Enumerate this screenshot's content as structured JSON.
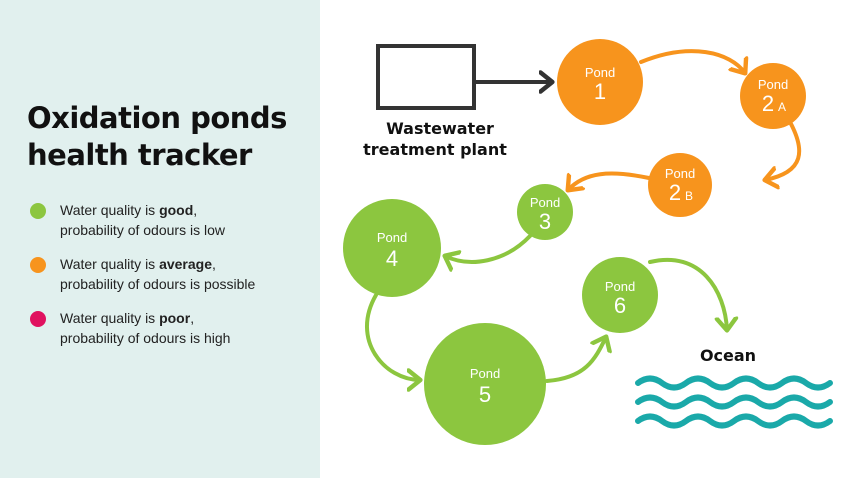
{
  "title": {
    "line1": "Oxidation ponds",
    "line2": "health tracker"
  },
  "legend": [
    {
      "prefix": "Water quality is ",
      "level": "good",
      "suffix": ",",
      "line2": "probability of odours is low",
      "color": "#8cc63f"
    },
    {
      "prefix": "Water quality is ",
      "level": "average",
      "suffix": ",",
      "line2": "probability of odours is possible",
      "color": "#f7941d"
    },
    {
      "prefix": "Water quality is ",
      "level": "poor",
      "suffix": ",",
      "line2": "probability of odours is high",
      "color": "#e0115f"
    }
  ],
  "plant": {
    "line1": "Wastewater",
    "line2": "treatment plant"
  },
  "ponds": [
    {
      "word": "Pond",
      "number": "1",
      "sub": "",
      "status": "average"
    },
    {
      "word": "Pond",
      "number": "2",
      "sub": "A",
      "status": "average"
    },
    {
      "word": "Pond",
      "number": "2",
      "sub": "B",
      "status": "average"
    },
    {
      "word": "Pond",
      "number": "3",
      "sub": "",
      "status": "good"
    },
    {
      "word": "Pond",
      "number": "4",
      "sub": "",
      "status": "good"
    },
    {
      "word": "Pond",
      "number": "5",
      "sub": "",
      "status": "good"
    },
    {
      "word": "Pond",
      "number": "6",
      "sub": "",
      "status": "good"
    }
  ],
  "ocean": {
    "label": "Ocean",
    "color": "#1aa9a9"
  },
  "colors": {
    "good": "#8cc63f",
    "average": "#f7941d",
    "poor": "#e0115f",
    "panel": "#e1f0ee"
  }
}
